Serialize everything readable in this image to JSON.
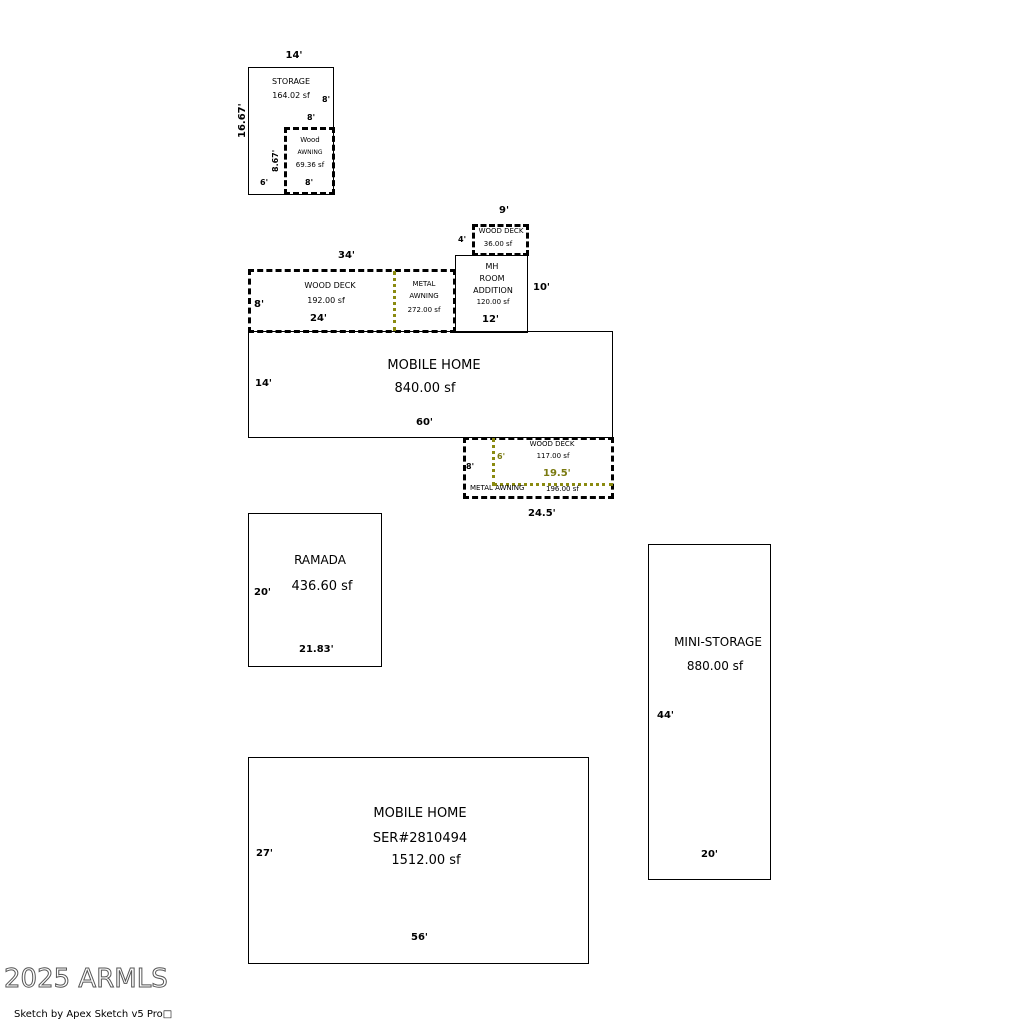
{
  "storage": {
    "top_dim": "14'",
    "label": "STORAGE",
    "area": "164.02 sf",
    "side_dim": "16.67'",
    "right_dim": "8'",
    "inner_top_dim": "8'",
    "bottom_left_dim": "6'"
  },
  "wood_awning": {
    "label_1": "Wood",
    "label_2": "AWNING",
    "area": "69.36 sf",
    "side_dim": "8.67'",
    "bottom_dim": "8'"
  },
  "top_wood_deck": {
    "top_dim": "9'",
    "left_dim": "4'",
    "label": "WOOD DECK",
    "area": "36.00 sf"
  },
  "front_deck": {
    "top_dim": "34'",
    "label": "WOOD DECK",
    "area": "192.00 sf",
    "left_dim": "8'",
    "bottom_dim": "24'"
  },
  "metal_awning_1": {
    "label_1": "METAL",
    "label_2": "AWNING",
    "area": "272.00 sf"
  },
  "room_addition": {
    "label_1": "MH",
    "label_2": "ROOM",
    "label_3": "ADDITION",
    "area": "120.00 sf",
    "right_dim": "10'",
    "bottom_dim": "12'"
  },
  "mobile_home_1": {
    "label": "MOBILE HOME",
    "area": "840.00 sf",
    "left_dim": "14'",
    "bottom_dim": "60'"
  },
  "rear_deck": {
    "label": "WOOD DECK",
    "area": "117.00 sf",
    "left_dim": "8'",
    "inner_dim": "6'",
    "inner_width": "19.5'",
    "awning_label": "METAL AWNING",
    "awning_area": "196.00 sf",
    "bottom_dim": "24.5'"
  },
  "ramada": {
    "label": "RAMADA",
    "area": "436.60 sf",
    "left_dim": "20'",
    "bottom_dim": "21.83'"
  },
  "mini_storage": {
    "label": "MINI-STORAGE",
    "area": "880.00 sf",
    "left_dim": "44'",
    "bottom_dim": "20'"
  },
  "mobile_home_2": {
    "label": "MOBILE HOME",
    "serial": "SER#2810494",
    "area": "1512.00 sf",
    "left_dim": "27'",
    "bottom_dim": "56'"
  },
  "footer": {
    "watermark": "2025 ARMLS",
    "credit": "Sketch by Apex Sketch v5 Pro□"
  },
  "colors": {
    "outline": "#000000",
    "awning_dots": "#8a8a10"
  }
}
